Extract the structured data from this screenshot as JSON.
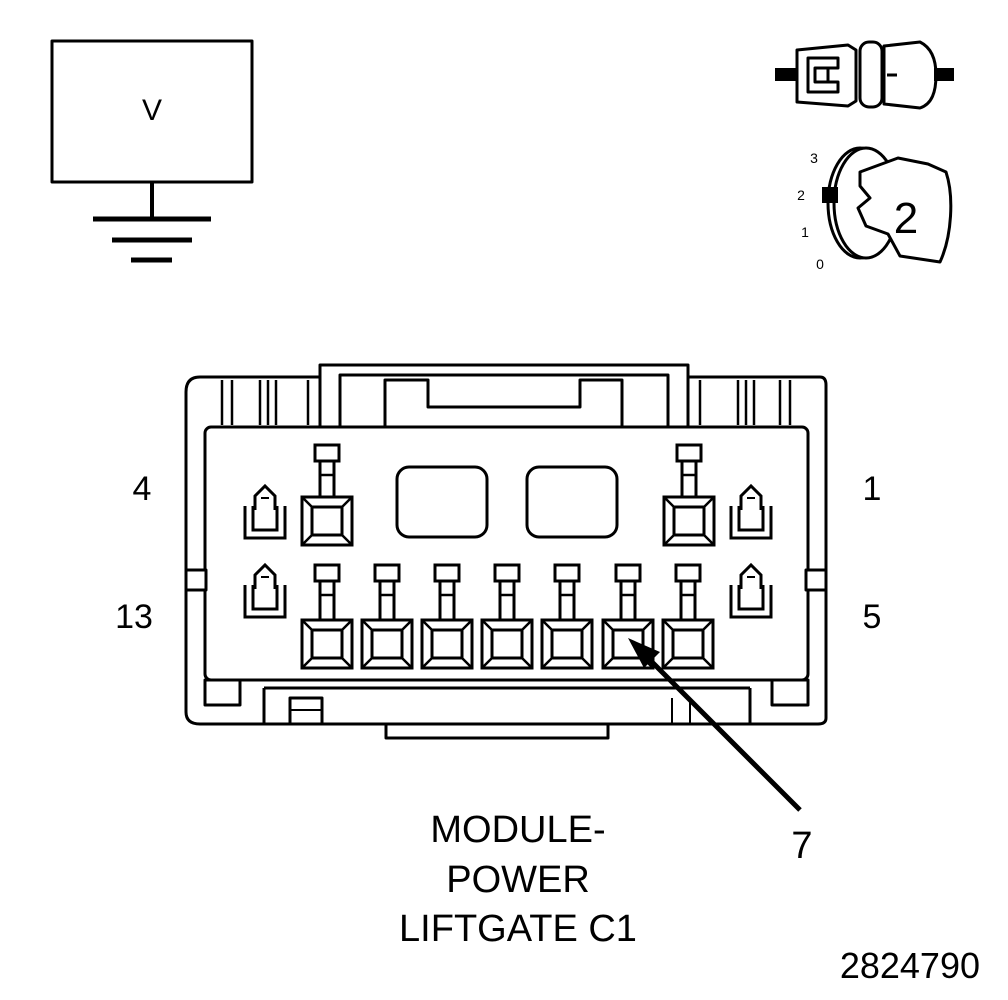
{
  "voltmeter": {
    "label": "V"
  },
  "ignition": {
    "positions": [
      "3",
      "2",
      "1",
      "0"
    ],
    "key_number": "2"
  },
  "connector": {
    "left_top_pin": "4",
    "left_bottom_pin": "13",
    "right_top_pin": "1",
    "right_bottom_pin": "5",
    "callout_pin": "7"
  },
  "caption": {
    "lines": [
      "MODULE-",
      "POWER",
      "LIFTGATE C1"
    ]
  },
  "figure_number": "2824790"
}
